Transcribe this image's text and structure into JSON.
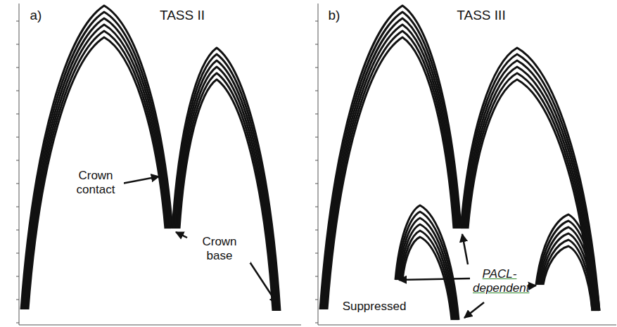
{
  "diagram": {
    "labels": [
      "a)",
      "TASS II",
      "b)",
      "TASS III",
      "Crown contact",
      "Crown base",
      "PACL-dependent",
      "Suppressed"
    ]
  }
}
